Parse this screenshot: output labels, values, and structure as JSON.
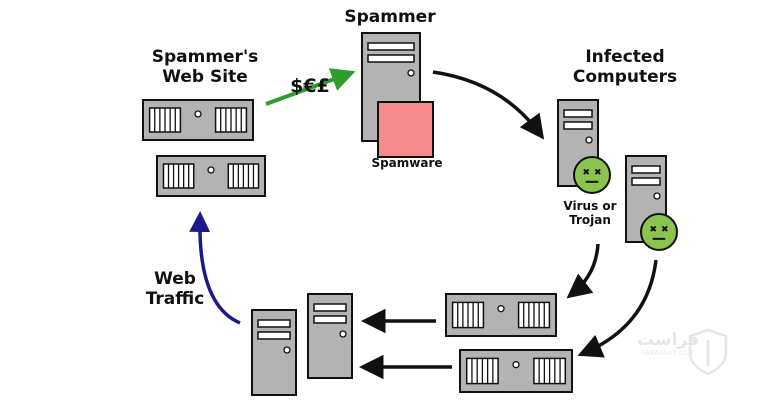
{
  "labels": {
    "spammer": "Spammer",
    "spammer_web_site_line1": "Spammer's",
    "spammer_web_site_line2": "Web Site",
    "infected_line1": "Infected",
    "infected_line2": "Computers",
    "spamware": "Spamware",
    "virus_line1": "Virus or",
    "virus_line2": "Trojan",
    "web_line1": "Web",
    "web_line2": "Traffic",
    "money": "$€£"
  },
  "watermark": {
    "text": "فراست",
    "subtext": "FARAASAT.COM"
  },
  "colors": {
    "hardware_fill": "#b3b3b3",
    "spamware_fill": "#f78a8a",
    "virus_face": "#8ac44e",
    "money_arrow": "#2e9c2e",
    "traffic_arrow": "#1a1a8c",
    "flow_arrow": "#111111"
  }
}
